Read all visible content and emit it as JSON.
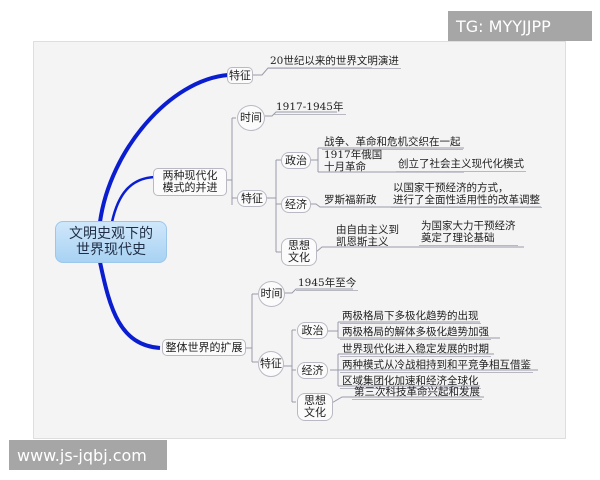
{
  "watermarks": {
    "top_right": "TG: MYYJJPP",
    "bottom_left": "www.js-jqbj.com"
  },
  "colors": {
    "root_fill": "#b9dcf7",
    "main_branch": "#0a1ed0",
    "node_border": "#b9b9c4",
    "background": "#f4f4f5"
  },
  "mindmap": {
    "root": "文明史观下的\n世界现代史",
    "branches": [
      {
        "label": "特征",
        "children": [
          {
            "label": "20世纪以来的世界文明演进"
          }
        ]
      },
      {
        "label": "两种现代化\n模式的并进",
        "children": [
          {
            "label": "时间",
            "children": [
              {
                "label": "1917-1945年"
              }
            ]
          },
          {
            "label": "特征",
            "children": [
              {
                "label": "政治",
                "children": [
                  {
                    "label": "战争、革命和危机交织在一起"
                  },
                  {
                    "label": "1917年俄国\n十月革命",
                    "children": [
                      {
                        "label": "创立了社会主义现代化模式"
                      }
                    ]
                  }
                ]
              },
              {
                "label": "经济",
                "children": [
                  {
                    "label": "罗斯福新政",
                    "children": [
                      {
                        "label": "以国家干预经济的方式，\n进行了全面性适用性的改革调整"
                      }
                    ]
                  }
                ]
              },
              {
                "label": "思想\n文化",
                "children": [
                  {
                    "label": "由自由主义到\n凯恩斯主义",
                    "children": [
                      {
                        "label": "为国家大力干预经济\n奠定了理论基础"
                      }
                    ]
                  }
                ]
              }
            ]
          }
        ]
      },
      {
        "label": "整体世界的扩展",
        "children": [
          {
            "label": "时间",
            "children": [
              {
                "label": "1945年至今"
              }
            ]
          },
          {
            "label": "特征",
            "children": [
              {
                "label": "政治",
                "children": [
                  {
                    "label": "两极格局下多极化趋势的出现"
                  },
                  {
                    "label": "两极格局的解体多极化趋势加强"
                  }
                ]
              },
              {
                "label": "经济",
                "children": [
                  {
                    "label": "世界现代化进入稳定发展的时期"
                  },
                  {
                    "label": "两种模式从冷战相持到和平竞争相互借鉴"
                  },
                  {
                    "label": "区域集团化加速和经济全球化"
                  }
                ]
              },
              {
                "label": "思想\n文化",
                "children": [
                  {
                    "label": "第三次科技革命兴起和发展"
                  }
                ]
              }
            ]
          }
        ]
      }
    ]
  }
}
